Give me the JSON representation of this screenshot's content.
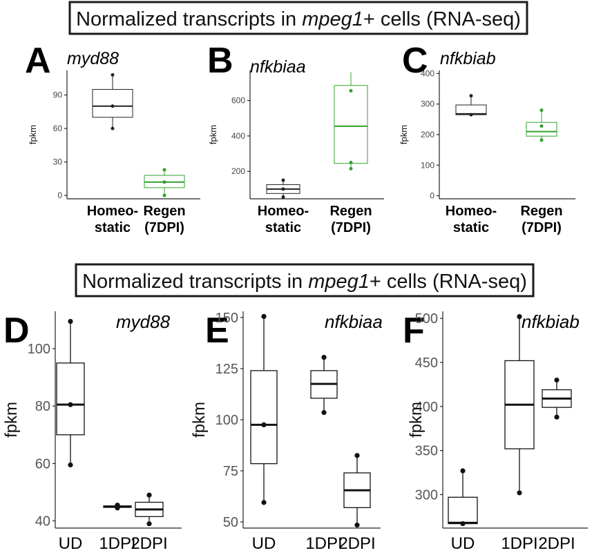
{
  "banners": [
    {
      "prefix": "Normalized transcripts in ",
      "gene": "mpeg1",
      "suffix": "+ cells (RNA-seq)"
    },
    {
      "prefix": "Normalized transcripts in ",
      "gene": "mpeg1",
      "suffix": "+ cells (RNA-seq)"
    }
  ],
  "colors": {
    "homeostatic": "#222222",
    "regen": "#33a02c",
    "timecourse": "#111111"
  },
  "chart_data": [
    {
      "panel": "A",
      "type": "box",
      "title": "myd88",
      "ylabel": "fpkm",
      "ylim": [
        -3,
        112
      ],
      "yticks": [
        0,
        30,
        60,
        90
      ],
      "categories": [
        [
          "Homeo-",
          "static"
        ],
        [
          "Regen",
          "(7DPI)"
        ]
      ],
      "boxes": [
        {
          "name": "Homeostatic",
          "min": 60,
          "q1": 70,
          "median": 80,
          "q3": 95,
          "max": 108,
          "points": [
            60,
            80,
            108
          ]
        },
        {
          "name": "Regen (7DPI)",
          "min": 0,
          "q1": 7,
          "median": 12,
          "q3": 18,
          "max": 23,
          "points": [
            0,
            12,
            23
          ]
        }
      ]
    },
    {
      "panel": "B",
      "type": "box",
      "title": "nfkbiaa",
      "ylabel": "fpkm",
      "ylim": [
        45,
        770
      ],
      "yticks": [
        200,
        400,
        600
      ],
      "categories": [
        [
          "Homeo-",
          "static"
        ],
        [
          "Regen",
          "(7DPI)"
        ]
      ],
      "boxes": [
        {
          "name": "Homeostatic",
          "min": 55,
          "q1": 75,
          "median": 100,
          "q3": 125,
          "max": 150,
          "points": [
            55,
            100,
            150
          ]
        },
        {
          "name": "Regen (7DPI)",
          "min": 215,
          "q1": 245,
          "median": 455,
          "q3": 685,
          "max": 760,
          "points": [
            215,
            250,
            655
          ]
        }
      ]
    },
    {
      "panel": "C",
      "type": "box",
      "title": "nfkbiab",
      "ylabel": "fpkm",
      "ylim": [
        -10,
        410
      ],
      "yticks": [
        0,
        100,
        200,
        300,
        400
      ],
      "categories": [
        [
          "Homeo-",
          "static"
        ],
        [
          "Regen",
          "(7DPI)"
        ]
      ],
      "boxes": [
        {
          "name": "Homeostatic",
          "min": 265,
          "q1": 265,
          "median": 268,
          "q3": 297,
          "max": 327,
          "points": [
            265,
            327
          ]
        },
        {
          "name": "Regen (7DPI)",
          "min": 182,
          "q1": 195,
          "median": 210,
          "q3": 240,
          "max": 280,
          "points": [
            182,
            228,
            280
          ]
        }
      ]
    },
    {
      "panel": "D",
      "type": "box",
      "title": "myd88",
      "ylabel": "fpkm",
      "ylim": [
        37.5,
        113
      ],
      "yticks": [
        40,
        60,
        80,
        100
      ],
      "categories": [
        [
          "UD"
        ],
        [
          "1DPI"
        ],
        [
          "2DPI"
        ]
      ],
      "boxes": [
        {
          "name": "UD",
          "min": 59.5,
          "q1": 70,
          "median": 80.5,
          "q3": 95,
          "max": 109.5,
          "points": [
            59.5,
            80.5,
            109.5
          ]
        },
        {
          "name": "1DPI",
          "min": 44.5,
          "q1": 44.7,
          "median": 45,
          "q3": 45.2,
          "max": 45.5,
          "points": [
            44.5,
            45.5
          ]
        },
        {
          "name": "2DPI",
          "min": 39,
          "q1": 41.5,
          "median": 44,
          "q3": 46.5,
          "max": 49,
          "points": [
            39,
            49
          ]
        }
      ]
    },
    {
      "panel": "E",
      "type": "box",
      "title": "nfkbiaa",
      "ylabel": "fpkm",
      "ylim": [
        47,
        153
      ],
      "yticks": [
        50,
        75,
        100,
        125,
        150
      ],
      "categories": [
        [
          "UD"
        ],
        [
          "1DPI"
        ],
        [
          "2DPI"
        ]
      ],
      "boxes": [
        {
          "name": "UD",
          "min": 59.5,
          "q1": 78.5,
          "median": 97.5,
          "q3": 124,
          "max": 150.5,
          "points": [
            59.5,
            97.5,
            150.5
          ]
        },
        {
          "name": "1DPI",
          "min": 103.5,
          "q1": 110.5,
          "median": 117.5,
          "q3": 124,
          "max": 130.5,
          "points": [
            103.5,
            130.5
          ]
        },
        {
          "name": "2DPI",
          "min": 48.5,
          "q1": 57,
          "median": 65.5,
          "q3": 74,
          "max": 82.5,
          "points": [
            48.5,
            82.5
          ]
        }
      ]
    },
    {
      "panel": "F",
      "type": "box",
      "title": "nfkbiab",
      "ylabel": "fpkm",
      "ylim": [
        262,
        508
      ],
      "yticks": [
        300,
        350,
        400,
        450,
        500
      ],
      "categories": [
        [
          "UD"
        ],
        [
          "1DPI"
        ],
        [
          "2DPI"
        ]
      ],
      "boxes": [
        {
          "name": "UD",
          "min": 267,
          "q1": 267,
          "median": 268,
          "q3": 297,
          "max": 327,
          "points": [
            267,
            327
          ]
        },
        {
          "name": "1DPI",
          "min": 302,
          "q1": 352,
          "median": 402,
          "q3": 452,
          "max": 502,
          "points": [
            302,
            502
          ]
        },
        {
          "name": "2DPI",
          "min": 388,
          "q1": 399,
          "median": 409,
          "q3": 419,
          "max": 430,
          "points": [
            388,
            430
          ]
        }
      ]
    }
  ]
}
